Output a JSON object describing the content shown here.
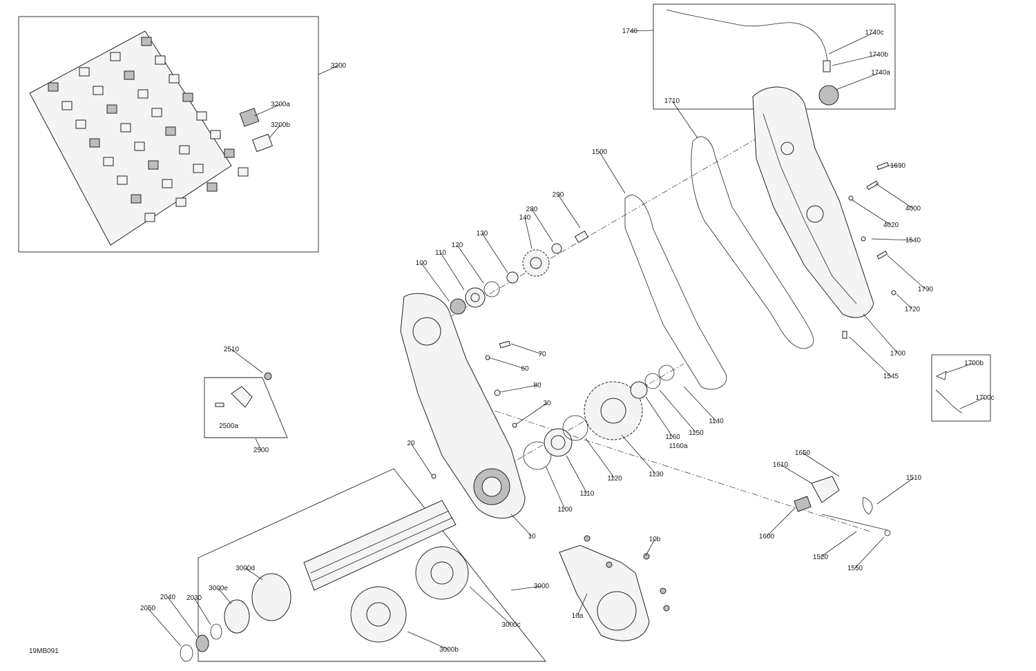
{
  "diagram_id": "19MB091",
  "callouts": [
    "10",
    "10a",
    "10b",
    "20",
    "30",
    "60",
    "70",
    "80",
    "100",
    "110",
    "120",
    "130",
    "140",
    "280",
    "290",
    "1100",
    "1110",
    "1120",
    "1130",
    "1140",
    "1150",
    "1160",
    "1160a",
    "1500",
    "1510",
    "1520",
    "1540",
    "1545",
    "1550",
    "1600",
    "1610",
    "1650",
    "1690",
    "1700",
    "1700b",
    "1700c",
    "1710",
    "1720",
    "1740",
    "1740a",
    "1740b",
    "1740c",
    "1790",
    "2030",
    "2040",
    "2050",
    "2500",
    "2500a",
    "2510",
    "3000",
    "3000b",
    "3000c",
    "3000d",
    "3000e",
    "3200",
    "3200a",
    "3200b",
    "4000",
    "4020"
  ]
}
